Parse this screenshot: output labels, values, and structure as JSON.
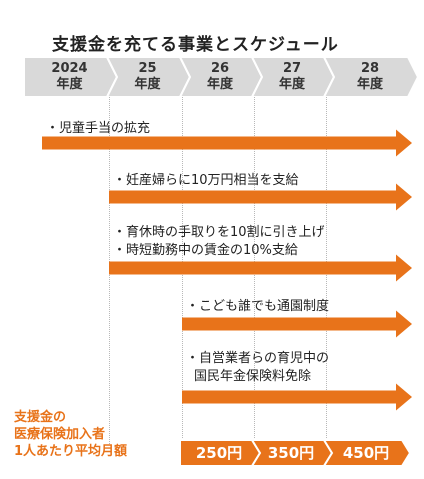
{
  "title": "支援金を充てる事業とスケジュール",
  "years": [
    {
      "year": "2024",
      "suffix": "年度"
    },
    {
      "year": "25",
      "suffix": "年度"
    },
    {
      "year": "26",
      "suffix": "年度"
    },
    {
      "year": "27",
      "suffix": "年度"
    },
    {
      "year": "28",
      "suffix": "年度"
    }
  ],
  "measures": [
    {
      "start_year_index": 0,
      "lines": [
        "・児童手当の拡充"
      ]
    },
    {
      "start_year_index": 1,
      "lines": [
        "・妊産婦らに10万円相当を支給"
      ]
    },
    {
      "start_year_index": 1,
      "lines": [
        "・育休時の手取りを10割に引き上げ",
        "・時短勤務中の賃金の10%支給"
      ]
    },
    {
      "start_year_index": 2,
      "lines": [
        "・こども誰でも通園制度"
      ]
    },
    {
      "start_year_index": 2,
      "lines": [
        "・自営業者らの育児中の",
        "国民年金保険料免除"
      ]
    }
  ],
  "cost": {
    "label_lines": [
      "支援金の",
      "医療保険加入者",
      "1人あたり平均月額"
    ],
    "label_color": "#e8731a",
    "start_year_index": 2,
    "amounts": [
      "250円",
      "350円",
      "450円"
    ]
  },
  "colors": {
    "accent": "#e8731a",
    "timeline_bg": "#d9d9d9",
    "timeline_separator": "#ffffff"
  }
}
